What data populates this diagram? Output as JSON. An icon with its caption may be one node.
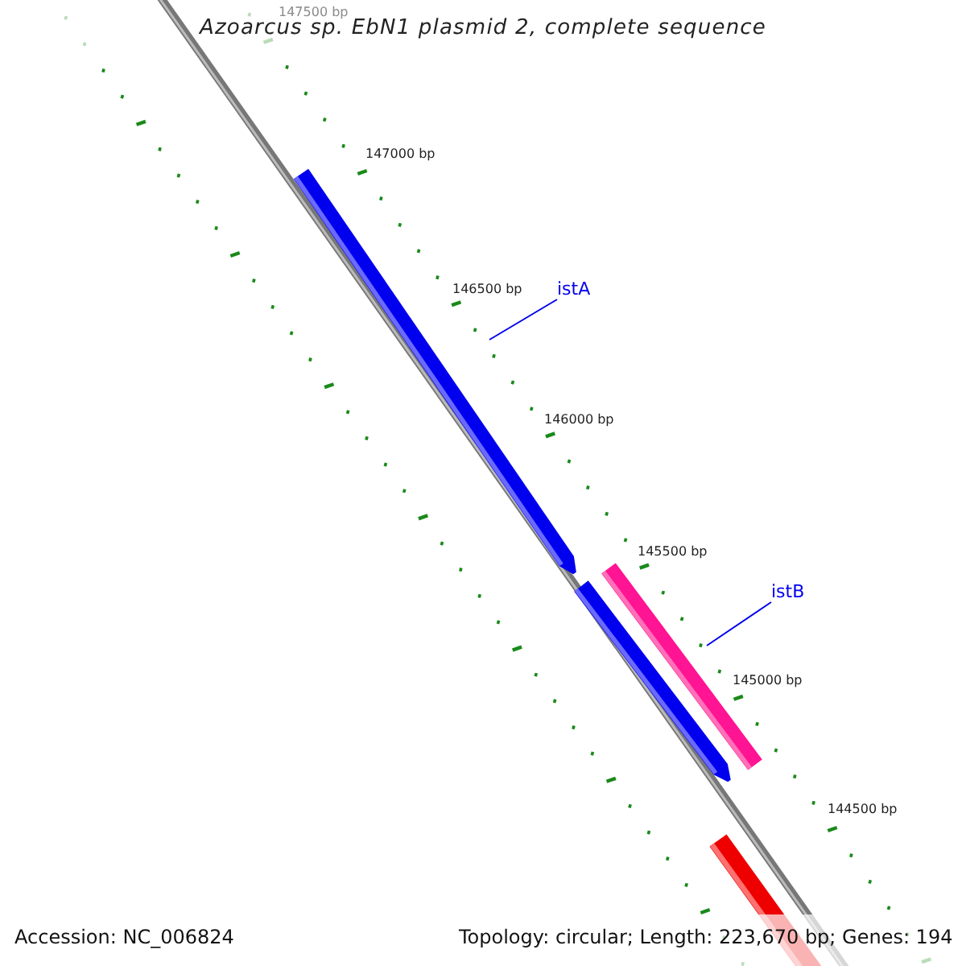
{
  "diagram": {
    "title": "Azoarcus sp. EbN1 plasmid 2, complete sequence",
    "nodes": [
      {
        "text": [
          "istA"
        ]
      },
      {
        "text": [
          "istB"
        ]
      }
    ],
    "edges": [
      {
        "from": 0,
        "to": null,
        "arrow": "none"
      },
      {
        "from": 1,
        "to": null,
        "arrow": "none"
      }
    ],
    "labels": [
      "147500 bp",
      "147000 bp",
      "146500 bp",
      "146000 bp",
      "145500 bp",
      "145000 bp",
      "144500 bp",
      "Accession: NC_006824",
      "Topology: circular; Length: 223,670 bp; Genes: 194"
    ]
  }
}
